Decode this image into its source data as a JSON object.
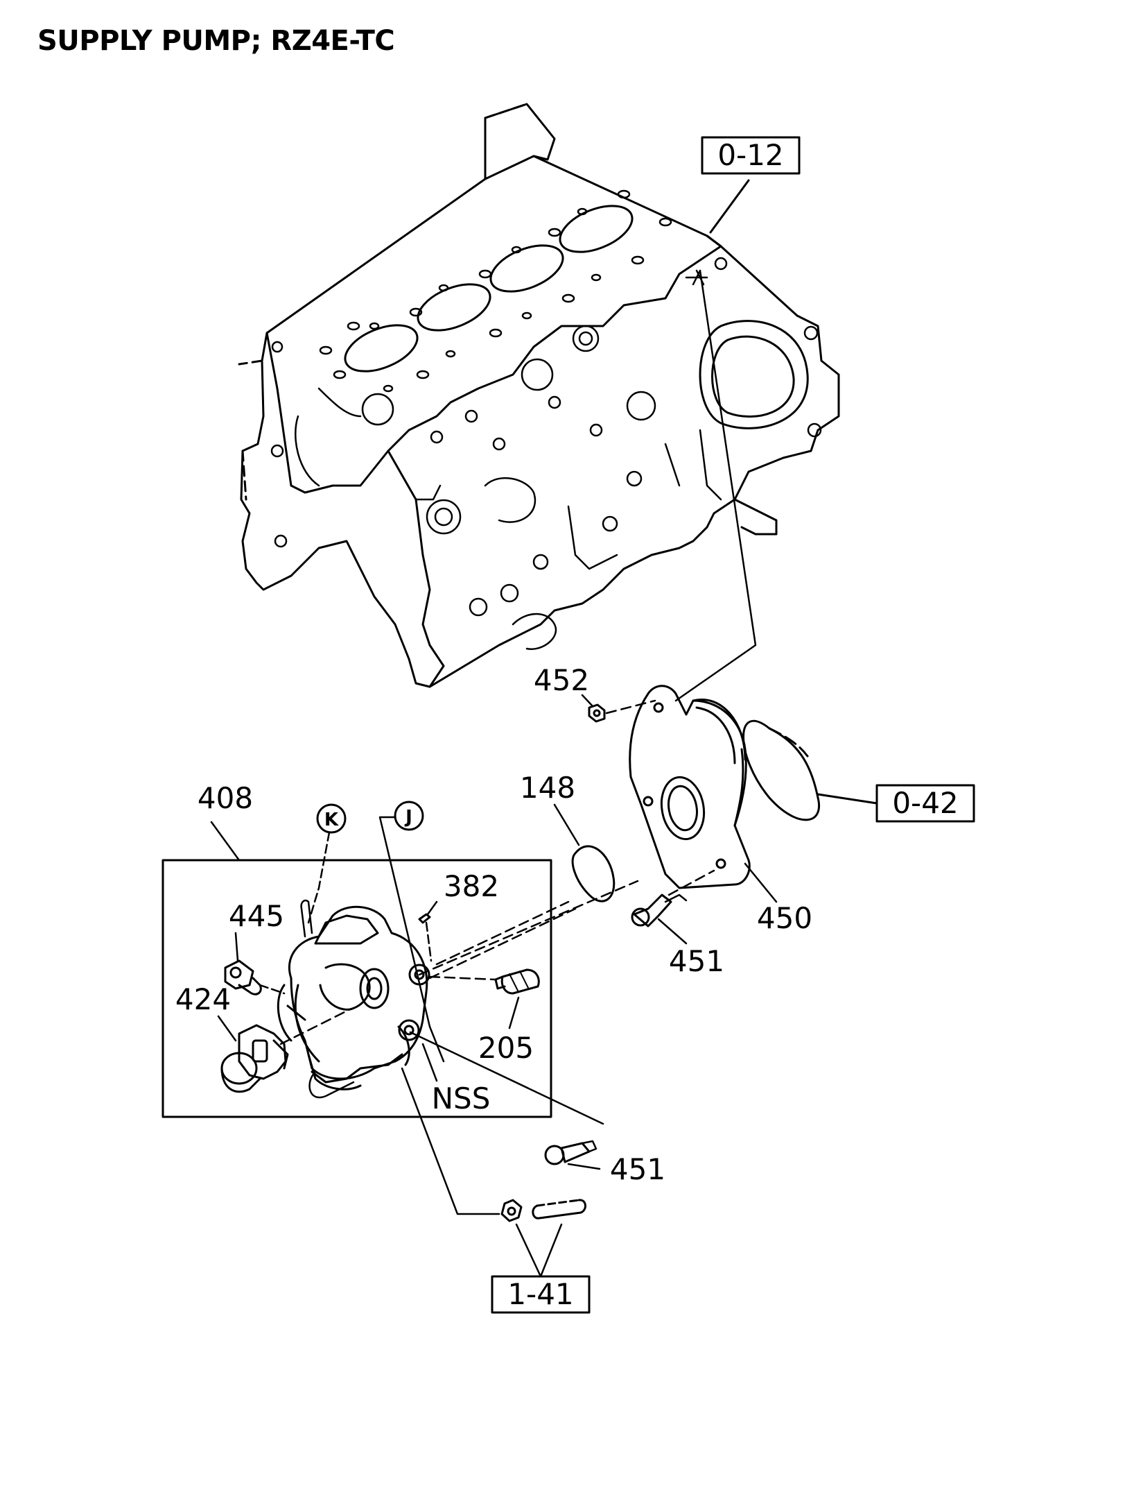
{
  "title": "SUPPLY PUMP; RZ4E-TC",
  "reference_boxes": {
    "block": "0-12",
    "ring": "0-42",
    "fitting": "1-41"
  },
  "part_labels": {
    "p452": "452",
    "p148": "148",
    "p450": "450",
    "p451_upper": "451",
    "p451_lower": "451",
    "p408": "408",
    "p445": "445",
    "p424": "424",
    "p382": "382",
    "p205": "205",
    "nss": "NSS"
  },
  "circle_markers": {
    "k": "K",
    "j": "J"
  },
  "colors": {
    "line": "#000000",
    "background": "#ffffff"
  }
}
